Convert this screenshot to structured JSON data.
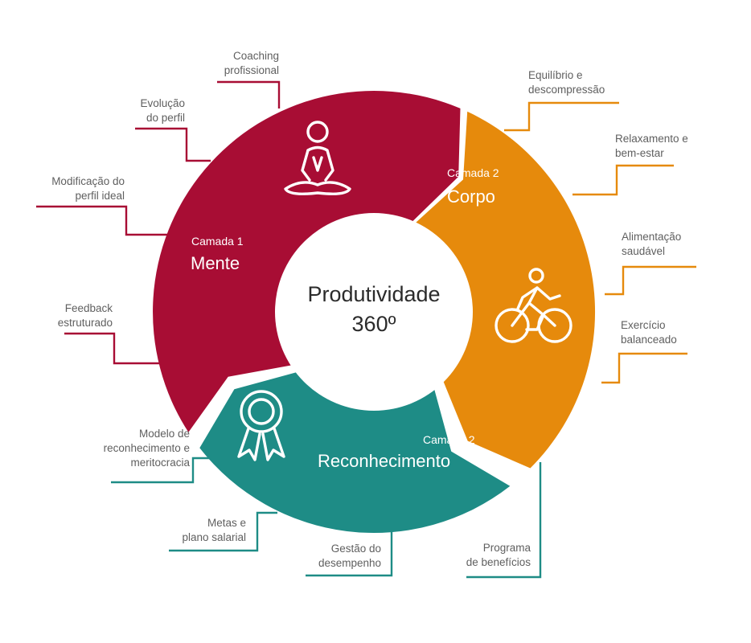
{
  "center": {
    "line1": "Produtividade",
    "line2": "360º"
  },
  "segments": {
    "mente": {
      "layer": "Camada 1",
      "name": "Mente",
      "color": "#a80d34",
      "icon": "meditation-icon"
    },
    "corpo": {
      "layer": "Camada 2",
      "name": "Corpo",
      "color": "#e68a0c",
      "icon": "cyclist-icon"
    },
    "reconhecimento": {
      "layer": "Camada 2",
      "name": "Reconhecimento",
      "color": "#1e8c86",
      "icon": "award-ribbon-icon"
    }
  },
  "labels": {
    "coaching": [
      "Coaching",
      "profissional"
    ],
    "evolucao": [
      "Evolução",
      "do perfil"
    ],
    "modificacao": [
      "Modificação do",
      "perfil ideal"
    ],
    "feedback": [
      "Feedback",
      "estruturado"
    ],
    "modelo": [
      "Modelo de",
      "reconhecimento e",
      "meritocracia"
    ],
    "metas": [
      "Metas e",
      "plano salarial"
    ],
    "gestao": [
      "Gestão do",
      "desempenho"
    ],
    "programa": [
      "Programa",
      "de benefícios"
    ],
    "equilibrio": [
      "Equilíbrio e",
      "descompressão"
    ],
    "relaxamento": [
      "Relaxamento e",
      "bem-estar"
    ],
    "alimentacao": [
      "Alimentação",
      "saudável"
    ],
    "exercicio": [
      "Exercício",
      "balanceado"
    ]
  }
}
